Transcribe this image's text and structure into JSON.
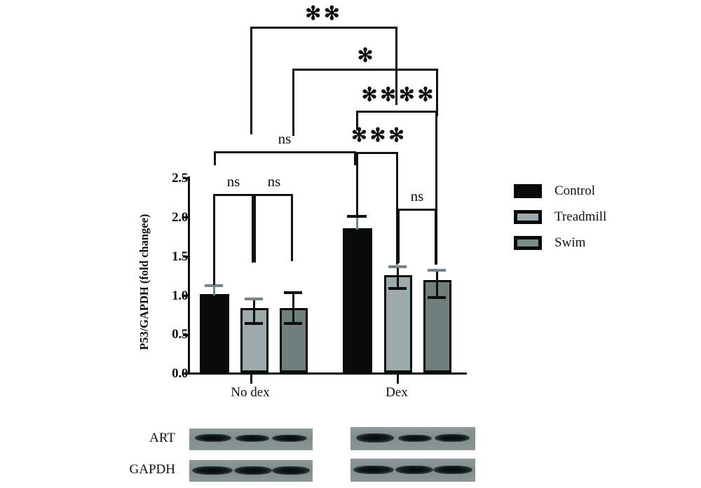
{
  "chart_data": {
    "type": "bar",
    "title": "",
    "xlabel": "",
    "ylabel": "P53/GAPDH (fold changee)",
    "ylim": [
      0.0,
      2.5
    ],
    "yticks": [
      "0.0",
      "0.5",
      "1.0",
      "1.5",
      "2.0",
      "2.5"
    ],
    "categories": [
      "No dex",
      "Dex"
    ],
    "grid": false,
    "legend_position": "right",
    "series": [
      {
        "name": "Control",
        "color": "#0a0a0a",
        "values": [
          1.0,
          1.84
        ],
        "errors": [
          0.09,
          0.15
        ]
      },
      {
        "name": "Treadmill",
        "color": "#9caaac",
        "values": [
          0.82,
          1.24
        ],
        "errors": [
          0.1,
          0.09
        ]
      },
      {
        "name": "Swim",
        "color": "#6f7f7b",
        "values": [
          0.82,
          1.18
        ],
        "errors": [
          0.14,
          0.12
        ]
      }
    ],
    "annotations": [
      {
        "label": "**",
        "from": "No dex / Control",
        "to": "Dex / Swim"
      },
      {
        "label": "*",
        "from": "No dex / Swim",
        "to": "Dex / Swim"
      },
      {
        "label": "****",
        "from": "Dex / Control",
        "to": "Dex / Swim"
      },
      {
        "label": "***",
        "from": "Dex / Control",
        "to": "Dex / Treadmill"
      },
      {
        "label": "ns",
        "from": "No dex / Control",
        "to": "Dex / Control"
      },
      {
        "label": "ns",
        "from": "No dex / Control",
        "to": "No dex / Treadmill"
      },
      {
        "label": "ns",
        "from": "No dex / Treadmill",
        "to": "No dex / Swim"
      },
      {
        "label": "ns",
        "from": "Dex / Treadmill",
        "to": "Dex / Swim"
      }
    ]
  },
  "axis": {
    "y_title": "P53/GAPDH (fold changee)",
    "y_ticks": [
      "2.5",
      "2.0",
      "1.5",
      "1.0",
      "0.5",
      "0.0"
    ],
    "x_ticks": [
      "No dex",
      "Dex"
    ]
  },
  "legend": {
    "items": [
      {
        "label": "Control",
        "swatch": "legend-swatch-control"
      },
      {
        "label": "Treadmill",
        "swatch": "legend-swatch-treadmill"
      },
      {
        "label": "Swim",
        "swatch": "legend-swatch-swim"
      }
    ]
  },
  "significance": {
    "top_double_star": "✻✻",
    "single_star": "✻",
    "quad_star": "✻✻✻✻",
    "triple_star": "✻✻✻",
    "ns_across_groups": "ns",
    "ns_nodex_left": "ns",
    "ns_nodex_right": "ns",
    "ns_dex_right": "ns"
  },
  "blots": {
    "rows": [
      {
        "label": "ART",
        "lanes_left": 3,
        "lanes_right": 3
      },
      {
        "label": "GAPDH",
        "lanes_left": 3,
        "lanes_right": 3
      }
    ]
  },
  "colors": {
    "control": "#0a0a0a",
    "treadmill": "#9caaac",
    "swim": "#6f7f7b",
    "axis": "#0d0d0d",
    "blot_background": "#8a9796"
  }
}
